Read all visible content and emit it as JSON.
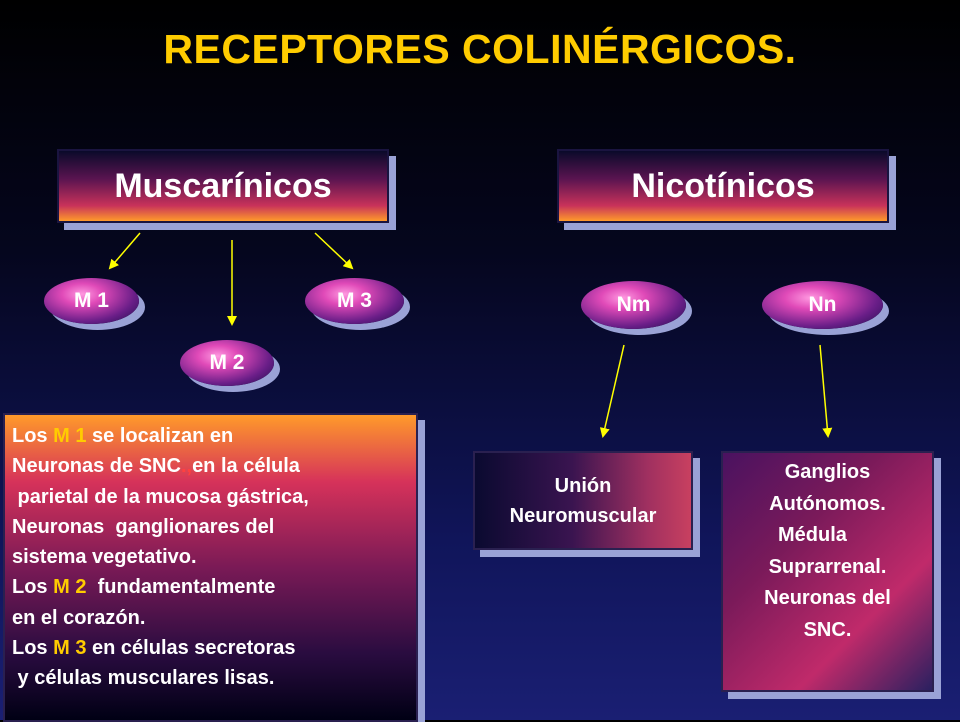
{
  "title": "RECEPTORES COLINÉRGICOS.",
  "categories": {
    "muscarinic": "Muscarínicos",
    "nicotinic": "Nicotínicos"
  },
  "subtypes": {
    "m1": "M 1",
    "m2": "M 2",
    "m3": "M 3",
    "nm": "Nm",
    "nn": "Nn"
  },
  "description": {
    "l1_a": "Los ",
    "l1_hl": "M 1",
    "l1_b": " se localizan en",
    "l2_a": "Neuronas de SNC",
    "l2_dots": ".,",
    "l2_b": "en la célula",
    "l3": " parietal de la mucosa gástrica,",
    "l4": "Neuronas  ganglionares del",
    "l5": "sistema vegetativo.",
    "l6_a": "Los ",
    "l6_hl": "M 2",
    "l6_b": "  fundamentalmente",
    "l7": "en el corazón.",
    "l8_a": "Los ",
    "l8_hl": "M 3",
    "l8_b": " en células secretoras",
    "l9": " y células musculares lisas."
  },
  "union_box": {
    "line1": "Unión",
    "line2": "Neuromuscular"
  },
  "ganglia_box": {
    "line1": "Ganglios",
    "line2": "Autónomos.",
    "line3": "Médula",
    "line4": "Suprarrenal.",
    "line5": "Neuronas del",
    "line6": "SNC."
  },
  "colors": {
    "title": "#ffcc00",
    "highlight": "#ffcc00",
    "arrow": "#ffff00",
    "shadow": "#9aa2d6"
  }
}
